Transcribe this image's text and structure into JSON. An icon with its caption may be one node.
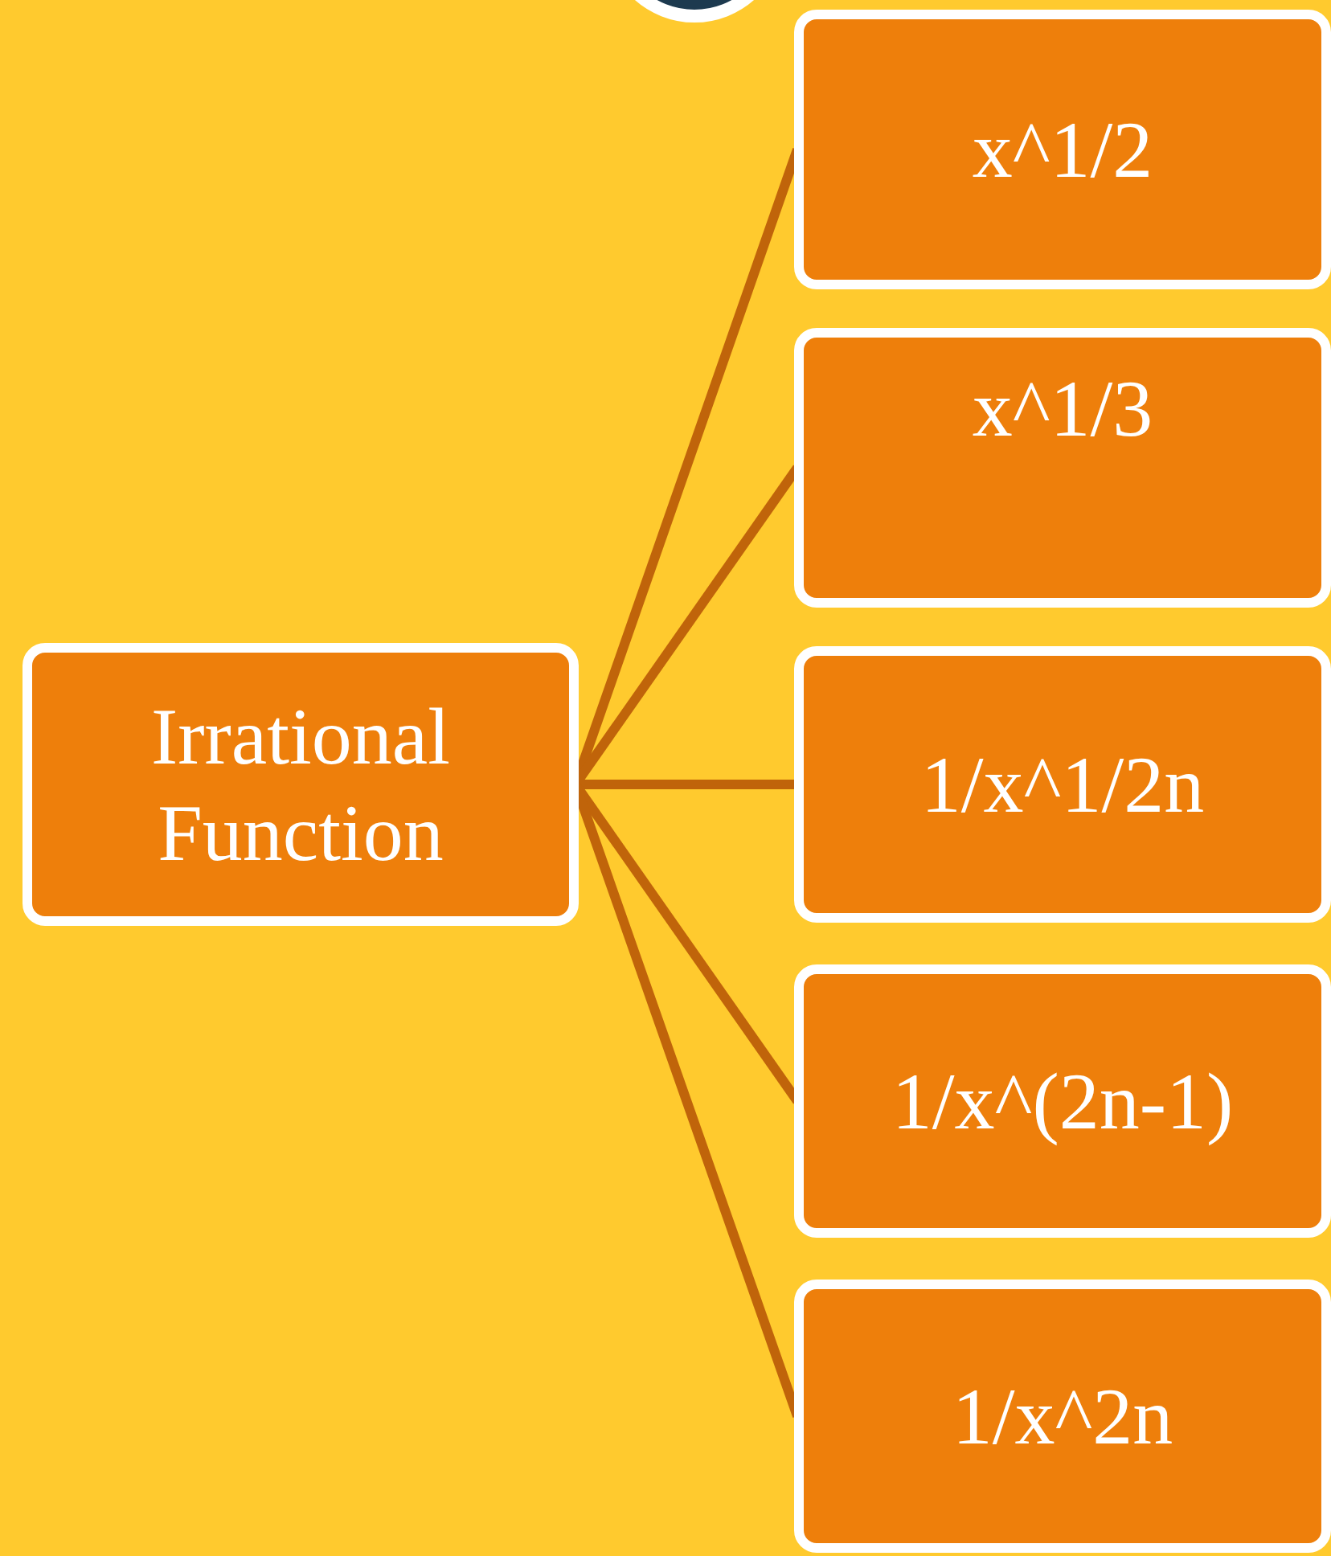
{
  "diagram": {
    "nodes": [
      {
        "text": [
          "Irrational Function"
        ]
      },
      {
        "text": [
          "x^1/2"
        ]
      },
      {
        "text": [
          "x^1/3"
        ]
      },
      {
        "text": [
          "1/x^1/2n"
        ]
      },
      {
        "text": [
          "1/x^(2n-1)"
        ]
      },
      {
        "text": [
          "1/x^2n"
        ]
      },
      {
        "text": [],
        "shape": "circle"
      }
    ],
    "edges": [
      {
        "from": 0,
        "to": 1,
        "arrow": "none"
      },
      {
        "from": 0,
        "to": 2,
        "arrow": "none"
      },
      {
        "from": 0,
        "to": 3,
        "arrow": "none"
      },
      {
        "from": 0,
        "to": 4,
        "arrow": "none"
      },
      {
        "from": 0,
        "to": 5,
        "arrow": "none"
      }
    ]
  }
}
